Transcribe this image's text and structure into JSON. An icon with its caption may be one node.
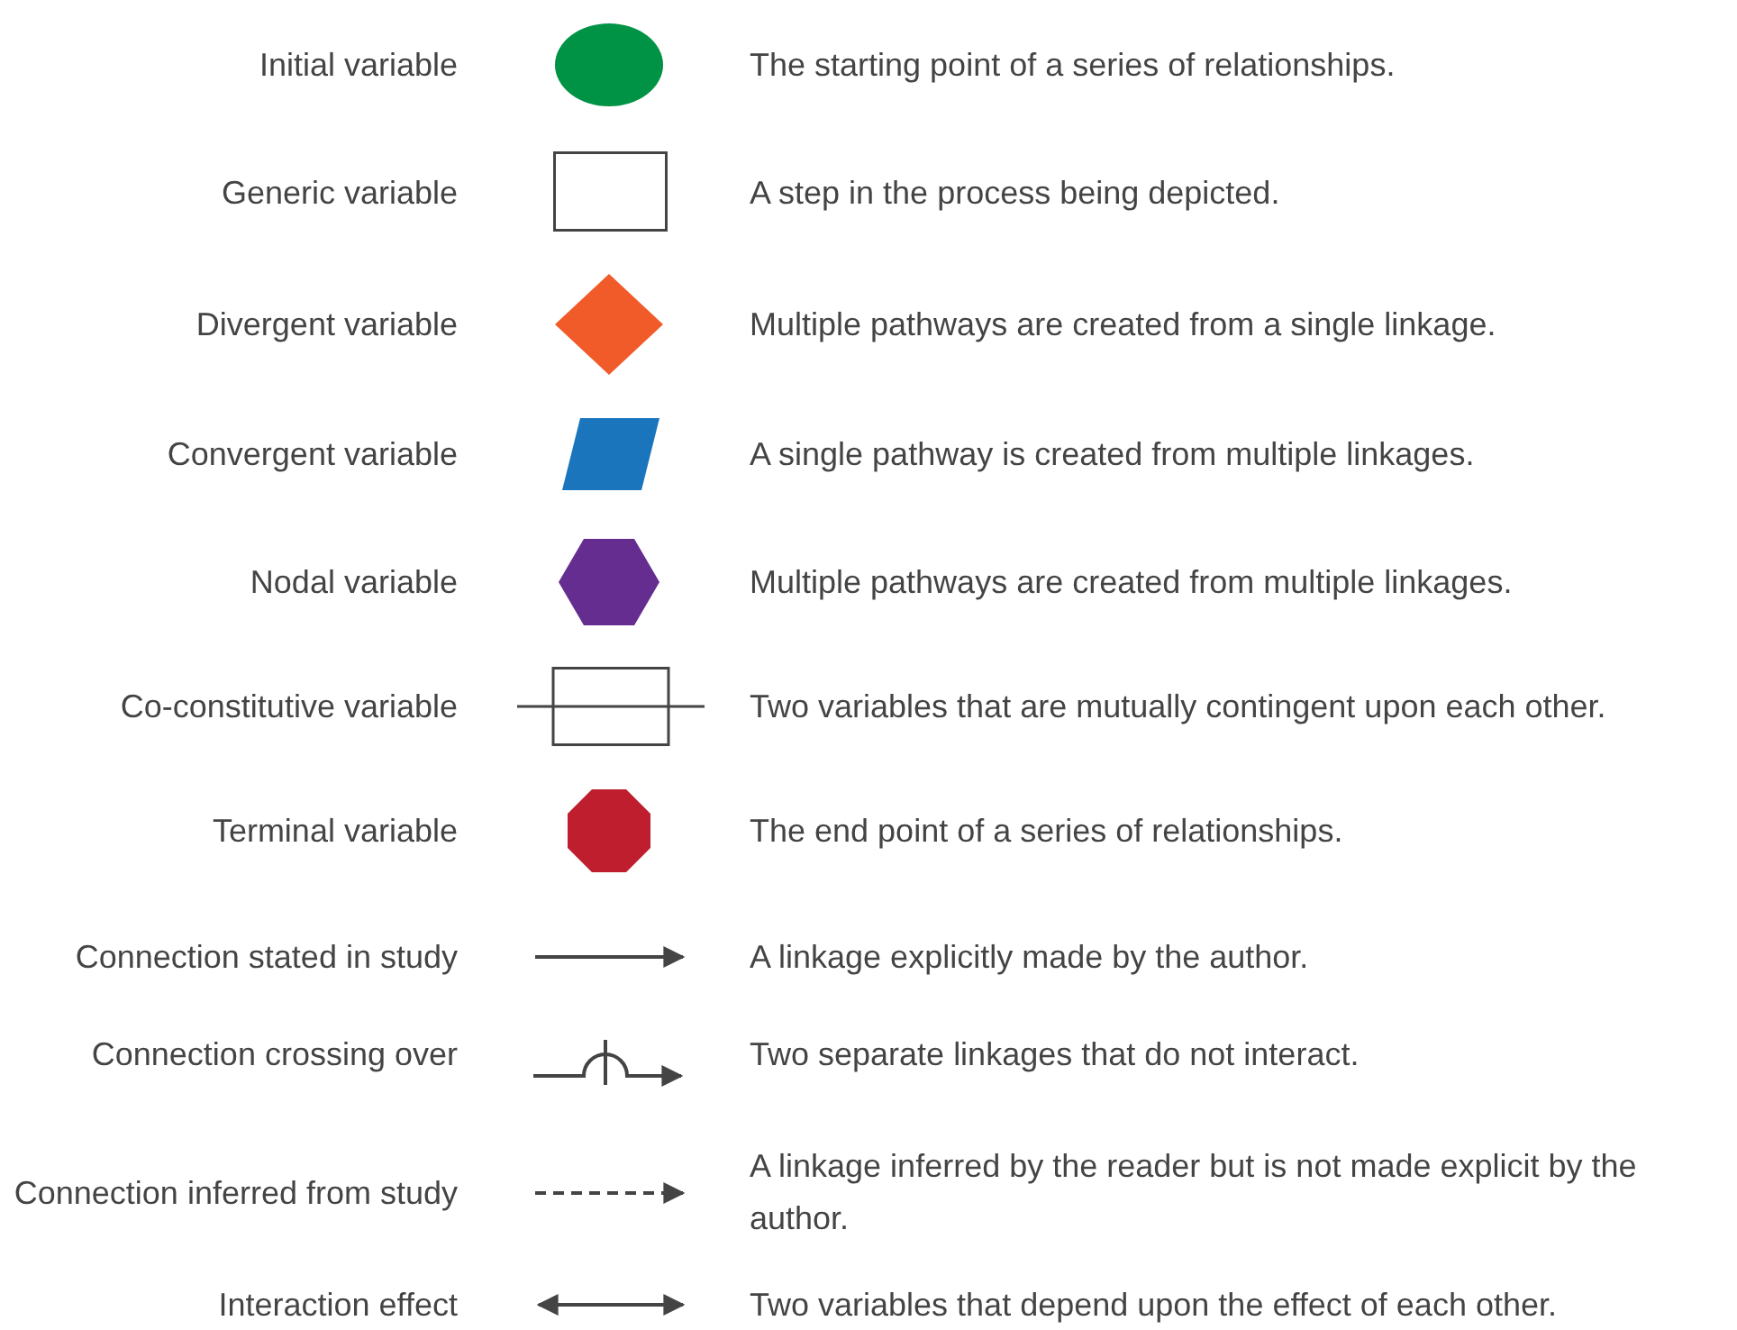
{
  "diagram": {
    "labels": [
      "Initial variable",
      "The starting point of a series of relationships.",
      "Generic variable",
      "A step in the process being depicted.",
      "Divergent variable",
      "Multiple pathways are created from a single linkage.",
      "Convergent variable",
      "A single pathway is created from multiple linkages.",
      "Nodal variable",
      "Multiple pathways are created from multiple linkages.",
      "Co-constitutive variable",
      "Two variables that are mutually contingent upon each other.",
      "Terminal variable",
      "The end point of a series of relationships.",
      "Connection stated in study",
      "A linkage explicitly made by the author.",
      "Connection crossing over",
      "Two separate linkages that do not interact.",
      "Connection inferred from study",
      "A linkage inferred by the reader but is not made explicit by the author.",
      "Interaction effect",
      "Two variables that depend upon the effect of each other."
    ]
  }
}
